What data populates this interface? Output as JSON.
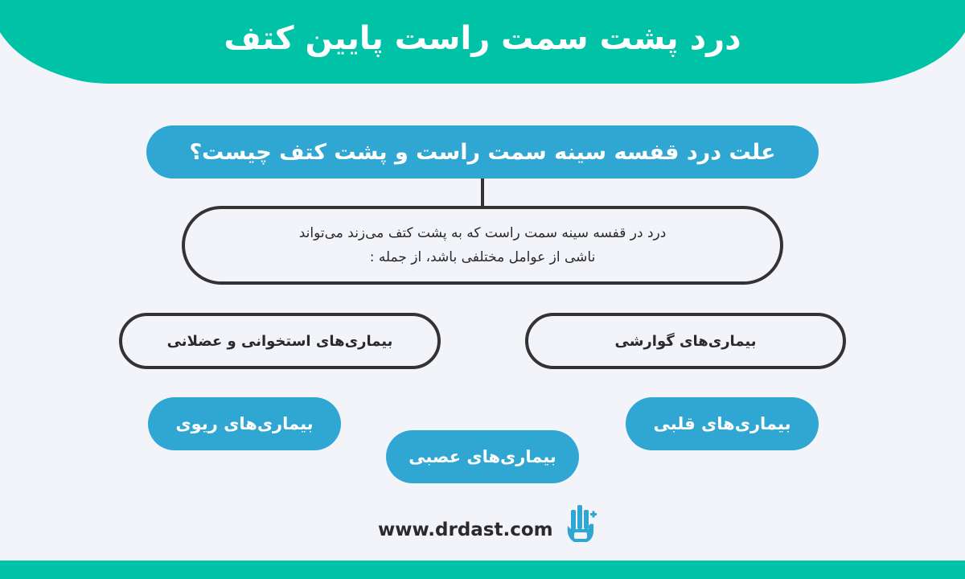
{
  "header": {
    "title": "درد پشت سمت راست پایین کتف",
    "color": "#00c2a6"
  },
  "question": {
    "text": "علت درد قفسه سینه سمت راست و پشت کتف چیست؟",
    "color": "#30a7d2"
  },
  "intro": {
    "line1": "درد در قفسه سینه سمت راست که به پشت کتف می‌زند می‌تواند",
    "line2": "ناشی از عوامل مختلفی باشد، از جمله :"
  },
  "categories": {
    "digestive": "بیماری‌های گوارشی",
    "skeletal": "بیماری‌های استخوانی و عضلانی",
    "cardiac": "بیماری‌های قلبی",
    "pulmonary": "بیماری‌های ریوی",
    "neuro": "بیماری‌های عصبی"
  },
  "footer": {
    "website": "www.drdast.com",
    "logo_icon": "drdast-hand-logo-icon"
  }
}
